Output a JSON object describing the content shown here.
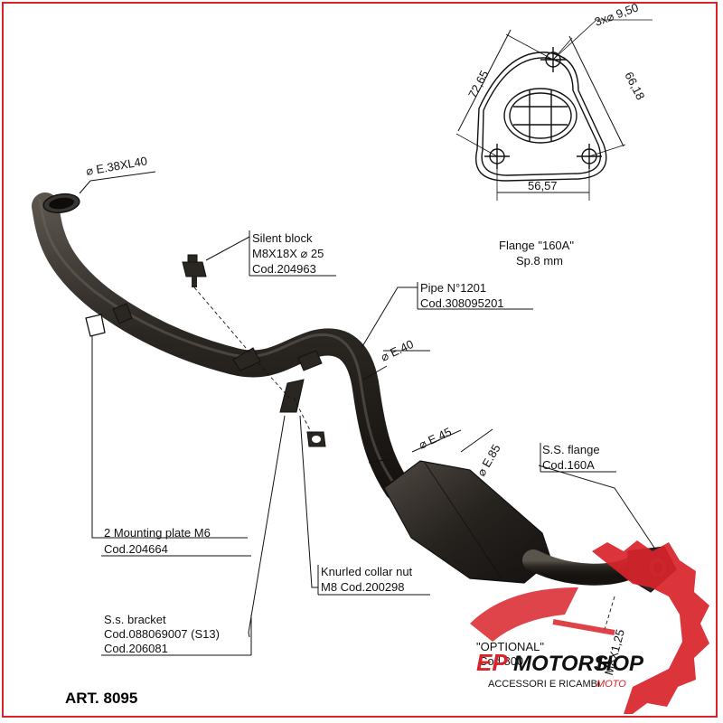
{
  "article": "ART. 8095",
  "flange": {
    "holes": "3x⌀ 9,50",
    "dim_side": "72,65",
    "dim_right": "66,18",
    "dim_bottom": "56,57",
    "title": "Flange \"160A\"",
    "thickness": "Sp.8 mm"
  },
  "dimensions": {
    "inlet": "⌀ E.38XL40",
    "pipe_dia": "⌀ E.40",
    "pipe_dia_2": "⌀ E.45",
    "cat_dia": "⌀ E.85",
    "outlet": "M8X1,25"
  },
  "labels": {
    "silent_block": [
      "Silent block",
      "M8X18X ⌀ 25",
      "Cod.204963"
    ],
    "pipe": [
      "Pipe N°1201",
      "Cod.308095201"
    ],
    "ss_flange": [
      "S.S. flange",
      "Cod.160A"
    ],
    "mounting_plate": [
      "2 Mounting plate M6",
      "Cod.204664"
    ],
    "collar_nut": [
      "Knurled collar nut",
      "M8 Cod.200298"
    ],
    "ss_bracket": [
      "S.s. bracket",
      "Cod.088069007 (S13)",
      "Cod.206081"
    ],
    "optional": [
      "\"OPTIONAL\"",
      "Cod.800"
    ]
  },
  "brand": {
    "name_left": "EP",
    "name_mid": "MOTORS",
    "name_right": "HOP",
    "tagline": "ACCESSORI E RICAMBI",
    "tagline_moto": "MOTO",
    "accent": "#d8232a"
  },
  "colors": {
    "frame": "#d8232a",
    "pipe": "#2a2622",
    "pipe_highlight": "#6b655e",
    "line": "#111111"
  }
}
